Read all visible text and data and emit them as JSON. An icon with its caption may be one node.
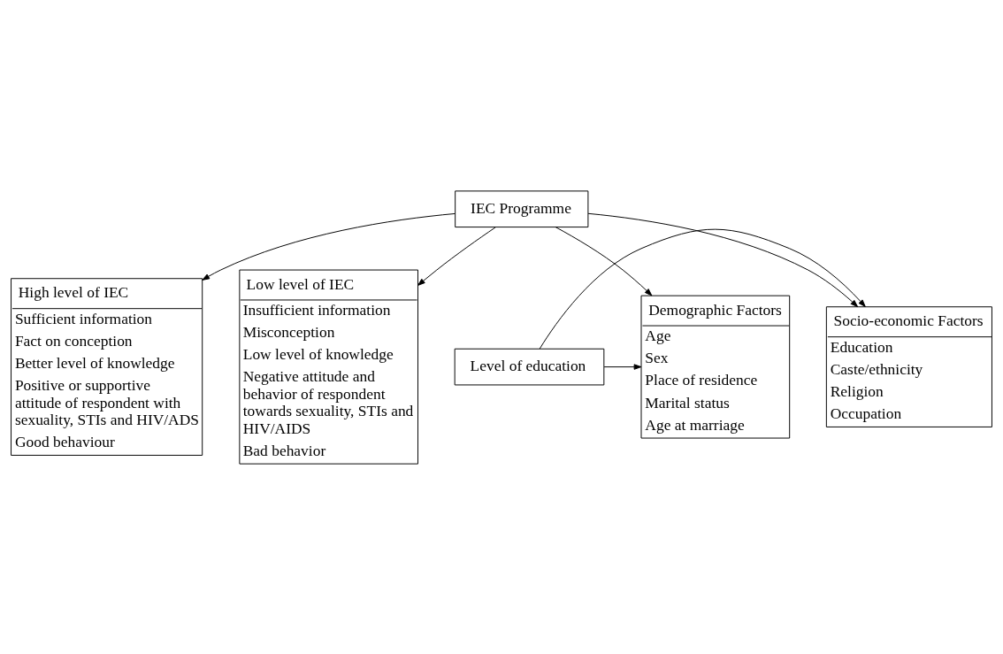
{
  "diagram": {
    "nodes": [
      {
        "text": [
          "Socio-economic Factors",
          "Education",
          "Caste/ethnicity",
          "Religion",
          "Occupation"
        ]
      },
      {
        "text": [
          "Level of education"
        ]
      },
      {
        "text": [
          "Demographic Factors",
          "Age",
          "Sex",
          "Place of residence",
          "Marital status",
          "Age at marriage"
        ]
      },
      {
        "text": [
          "IEC Programme"
        ]
      },
      {
        "text": [
          "High level of IEC",
          "Sufficient information",
          "Fact on conception",
          "Better level of knowledge",
          "Positive or supportive attitude of respondent with sexuality, STIs and HIV/ADS",
          "Good behaviour"
        ]
      },
      {
        "text": [
          "Low level of IEC",
          "Insufficient information",
          "Misconception",
          "Low level of knowledge",
          "Negative attitude and behavior of respondent towards sexuality, STIs and HIV/AIDS",
          "Bad behavior"
        ]
      }
    ],
    "edges": [
      {
        "from": 1,
        "to": 0,
        "arrow": "to"
      },
      {
        "from": 1,
        "to": 2,
        "arrow": "to"
      },
      {
        "from": 3,
        "to": 0,
        "arrow": "to"
      },
      {
        "from": 3,
        "to": 2,
        "arrow": "to"
      },
      {
        "from": 3,
        "to": 4,
        "arrow": "to"
      },
      {
        "from": 3,
        "to": 5,
        "arrow": "to"
      }
    ]
  }
}
